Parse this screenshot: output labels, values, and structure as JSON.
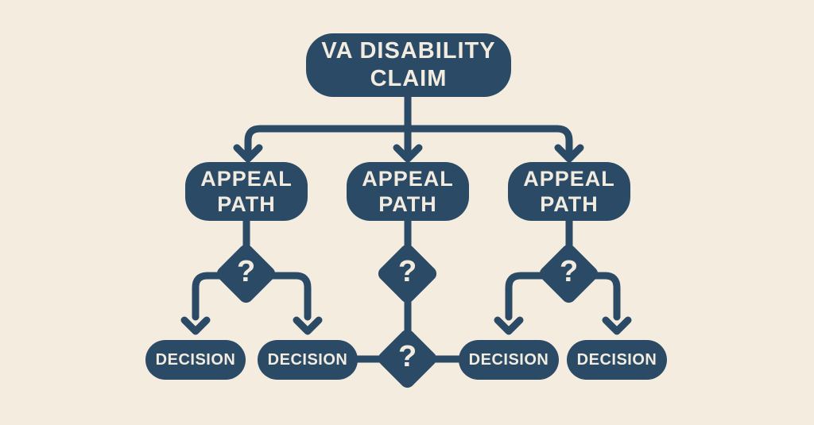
{
  "colors": {
    "background": "#f4eddf",
    "node": "#2b4a66",
    "node_text": "#f2ece0"
  },
  "nodes": {
    "root": {
      "label": "VA DISABILITY\nCLAIM"
    },
    "appeal_paths": [
      {
        "label": "APPEAL\nPATH"
      },
      {
        "label": "APPEAL\nPATH"
      },
      {
        "label": "APPEAL\nPATH"
      }
    ],
    "diamonds": [
      {
        "label": "?"
      },
      {
        "label": "?"
      },
      {
        "label": "?"
      },
      {
        "label": "?"
      }
    ],
    "decisions": [
      {
        "label": "DECISION"
      },
      {
        "label": "DECISION"
      },
      {
        "label": "DECISION"
      },
      {
        "label": "DECISION"
      }
    ]
  }
}
